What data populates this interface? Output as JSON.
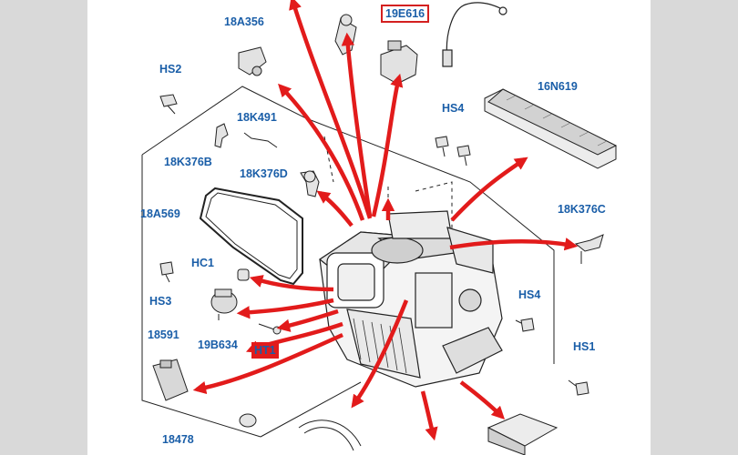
{
  "diagram": {
    "labels": {
      "a18A356": "18A356",
      "a19E616": "19E616",
      "hs2": "HS2",
      "a16N619": "16N619",
      "hs4_top": "HS4",
      "a18K491": "18K491",
      "a18K376B": "18K376B",
      "a18K376D": "18K376D",
      "a18A569": "18A569",
      "a18K376C": "18K376C",
      "hc1": "HC1",
      "hs3": "HS3",
      "hs4_right": "HS4",
      "a19B634": "19B634",
      "a18591": "18591",
      "ht1": "HT1",
      "hs1": "HS1",
      "a18478": "18478"
    },
    "colors": {
      "label_text": "#1a5ea8",
      "arrow": "#e21b1b",
      "highlight_border": "#d42020",
      "line": "#222222",
      "side_panel": "#d9d9d9"
    }
  }
}
